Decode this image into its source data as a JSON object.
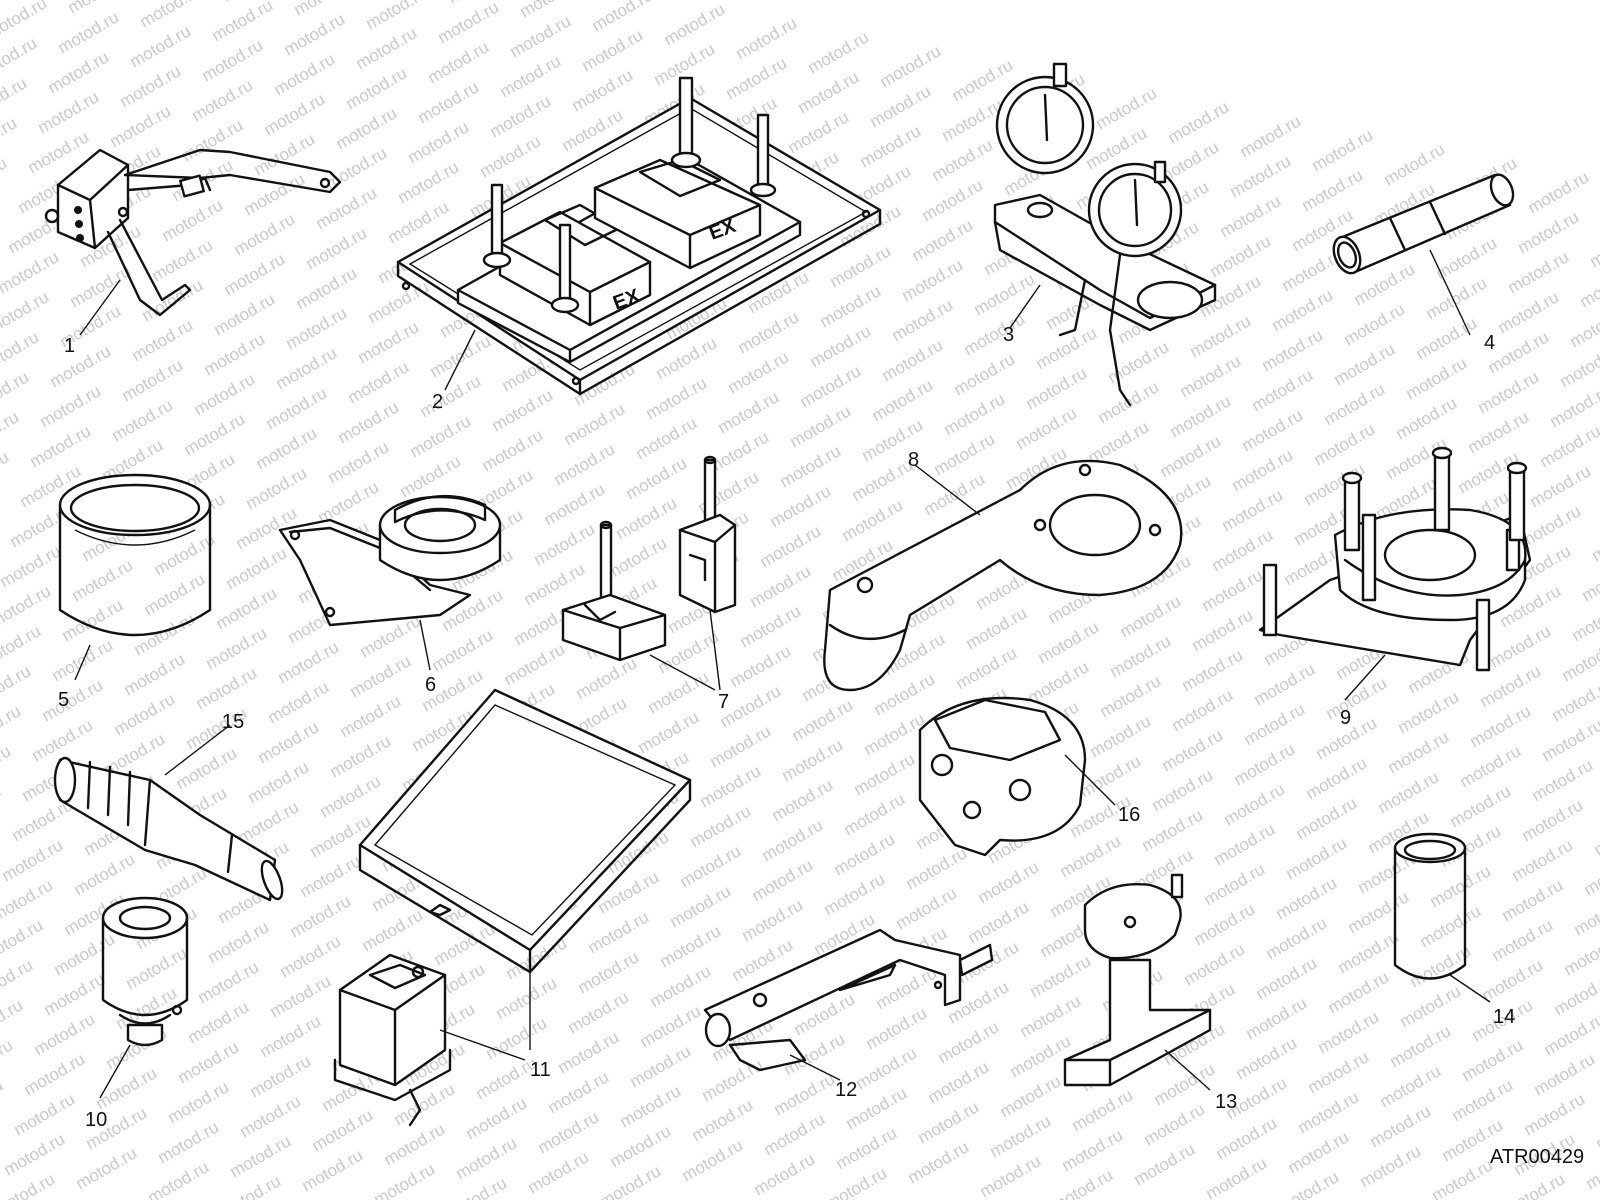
{
  "diagram": {
    "watermark": "motod.ru",
    "drawing_code": "ATR00429",
    "callouts": [
      {
        "id": "1",
        "label": "1"
      },
      {
        "id": "2",
        "label": "2"
      },
      {
        "id": "3",
        "label": "3"
      },
      {
        "id": "4",
        "label": "4"
      },
      {
        "id": "5",
        "label": "5"
      },
      {
        "id": "6",
        "label": "6"
      },
      {
        "id": "7",
        "label": "7"
      },
      {
        "id": "8",
        "label": "8"
      },
      {
        "id": "9",
        "label": "9"
      },
      {
        "id": "10",
        "label": "10"
      },
      {
        "id": "11",
        "label": "11"
      },
      {
        "id": "12",
        "label": "12"
      },
      {
        "id": "13",
        "label": "13"
      },
      {
        "id": "14",
        "label": "14"
      },
      {
        "id": "15",
        "label": "15"
      },
      {
        "id": "16",
        "label": "16"
      }
    ],
    "box_marks": [
      "EX",
      "EX"
    ]
  }
}
